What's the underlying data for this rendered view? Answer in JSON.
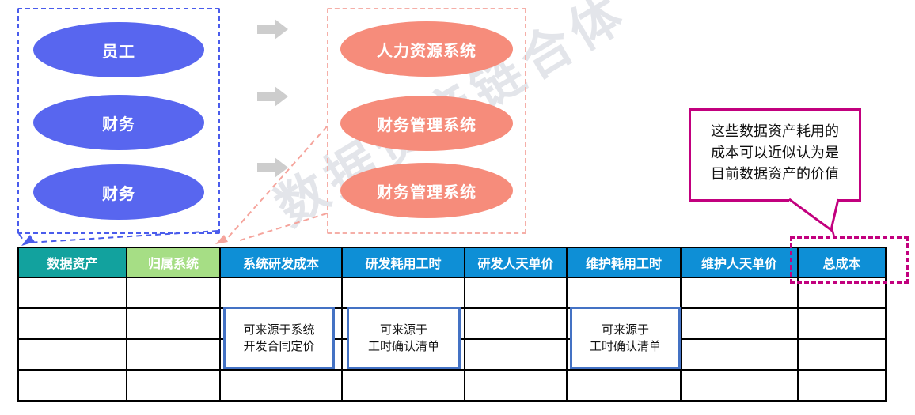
{
  "watermark": {
    "text": "数据资产链合体"
  },
  "sources": {
    "items": [
      {
        "label": "员工"
      },
      {
        "label": "财务"
      },
      {
        "label": "财务"
      }
    ]
  },
  "systems": {
    "items": [
      {
        "label": "人力资源系统"
      },
      {
        "label": "财务管理系统"
      },
      {
        "label": "财务管理系统"
      }
    ]
  },
  "callout": {
    "line1": "这些数据资产耗用的",
    "line2": "成本可以近似认为是",
    "line3": "目前数据资产的价值"
  },
  "table": {
    "headers": [
      {
        "label": "数据资产",
        "color": "#12a29e"
      },
      {
        "label": "归属系统",
        "color": "#a6de85"
      },
      {
        "label": "系统研发成本",
        "color": "#0e8fd6"
      },
      {
        "label": "研发耗用工时",
        "color": "#0e8fd6"
      },
      {
        "label": "研发人天单价",
        "color": "#0e8fd6"
      },
      {
        "label": "维护耗用工时",
        "color": "#0e8fd6"
      },
      {
        "label": "维护人天单价",
        "color": "#0e8fd6"
      },
      {
        "label": "总成本",
        "color": "#0e8fd6"
      }
    ],
    "data_row_count": 4
  },
  "notes": [
    {
      "line1": "可来源于系统",
      "line2": "开发合同定价"
    },
    {
      "line1": "可来源于",
      "line2": "工时确认清单"
    },
    {
      "line1": "可来源于",
      "line2": "工时确认清单"
    }
  ],
  "colors": {
    "source_ellipse_fill": "#5866ef",
    "source_box_border": "#4a5cec",
    "system_ellipse_fill": "#f68c7b",
    "system_box_border": "#f5afa8",
    "flow_arrow_gray": "#cdcdcd",
    "magenta_accent": "#c2007e",
    "note_border_blue": "#4472c4",
    "header_teal": "#12a29e",
    "header_green": "#a6de85",
    "header_blue": "#0e8fd6"
  }
}
